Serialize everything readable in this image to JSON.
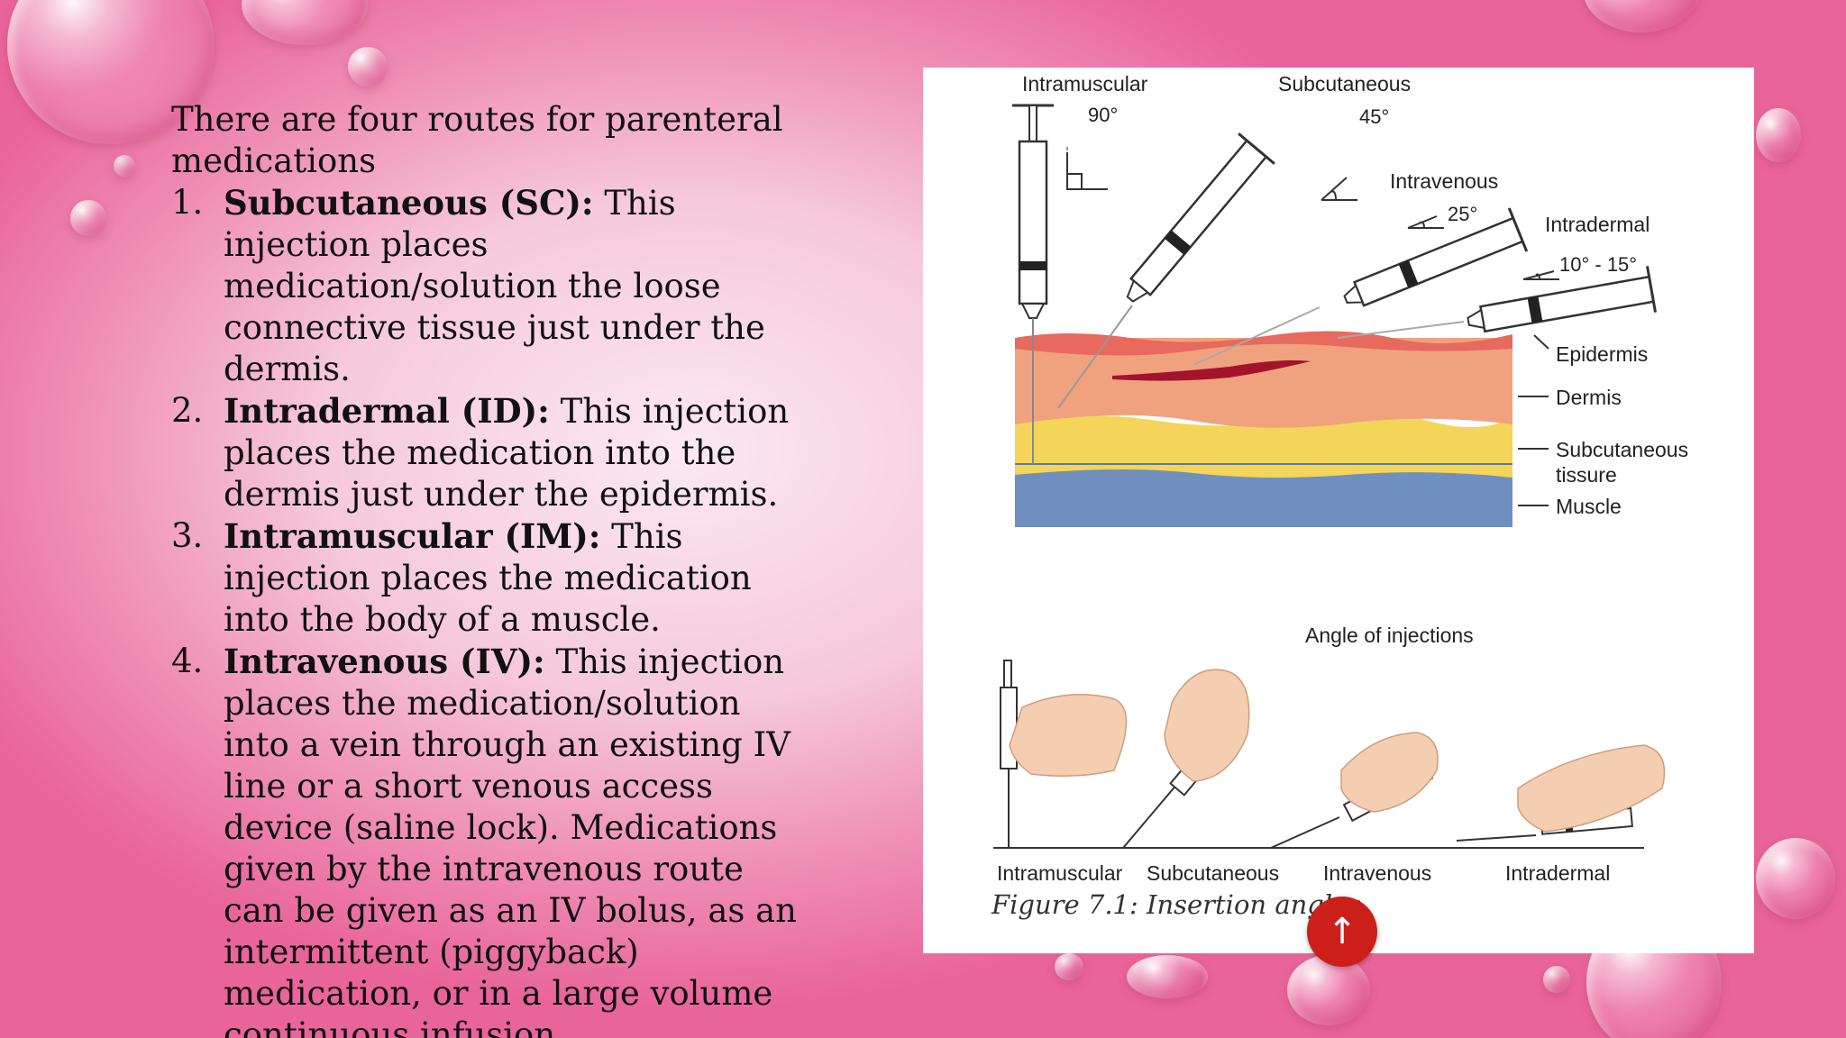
{
  "slide": {
    "intro": "There are four routes for parenteral medications",
    "items": [
      {
        "num": "1.",
        "term": "Subcutaneous (SC):",
        "desc": " This injection places medication/solution the loose connective tissue just under the dermis."
      },
      {
        "num": "2.",
        "term": "Intradermal (ID):",
        "desc": " This injection places the medication into the dermis just under the epidermis."
      },
      {
        "num": "3.",
        "term": "Intramuscular (IM):",
        "desc": " This injection places the medication into the body of a muscle."
      },
      {
        "num": "4.",
        "term": "Intravenous (IV):",
        "desc": " This injection places the medication/solution into a vein through an existing IV line or a short venous access device (saline lock). Medications given by the intravenous route can be given as an IV bolus, as an intermittent (piggyback) medication, or in a large volume continuous infusion."
      }
    ]
  },
  "figure": {
    "top_labels": {
      "intramuscular": "Intramuscular",
      "subcutaneous": "Subcutaneous",
      "intravenous": "Intravenous",
      "intradermal": "Intradermal"
    },
    "angles": {
      "intramuscular": "90°",
      "subcutaneous": "45°",
      "intravenous": "25°",
      "intradermal": "10° - 15°"
    },
    "layers": {
      "epidermis": "Epidermis",
      "dermis": "Dermis",
      "subcutaneous_1": "Subcutaneous",
      "subcutaneous_2": "tissure",
      "muscle": "Muscle"
    },
    "angle_title": "Angle of injections",
    "bottom_labels": [
      "Intramuscular",
      "Subcutaneous",
      "Intravenous",
      "Intradermal"
    ],
    "caption": "Figure 7.1: Insertion angles"
  },
  "controls": {
    "scroll_top_icon": "↑"
  },
  "colors": {
    "epidermis": "#e8695e",
    "dermis": "#f0a27f",
    "subcutaneous": "#f4d55a",
    "muscle": "#6f8fbf",
    "vein": "#a3132c",
    "scroll_button": "#cc1f1a"
  }
}
